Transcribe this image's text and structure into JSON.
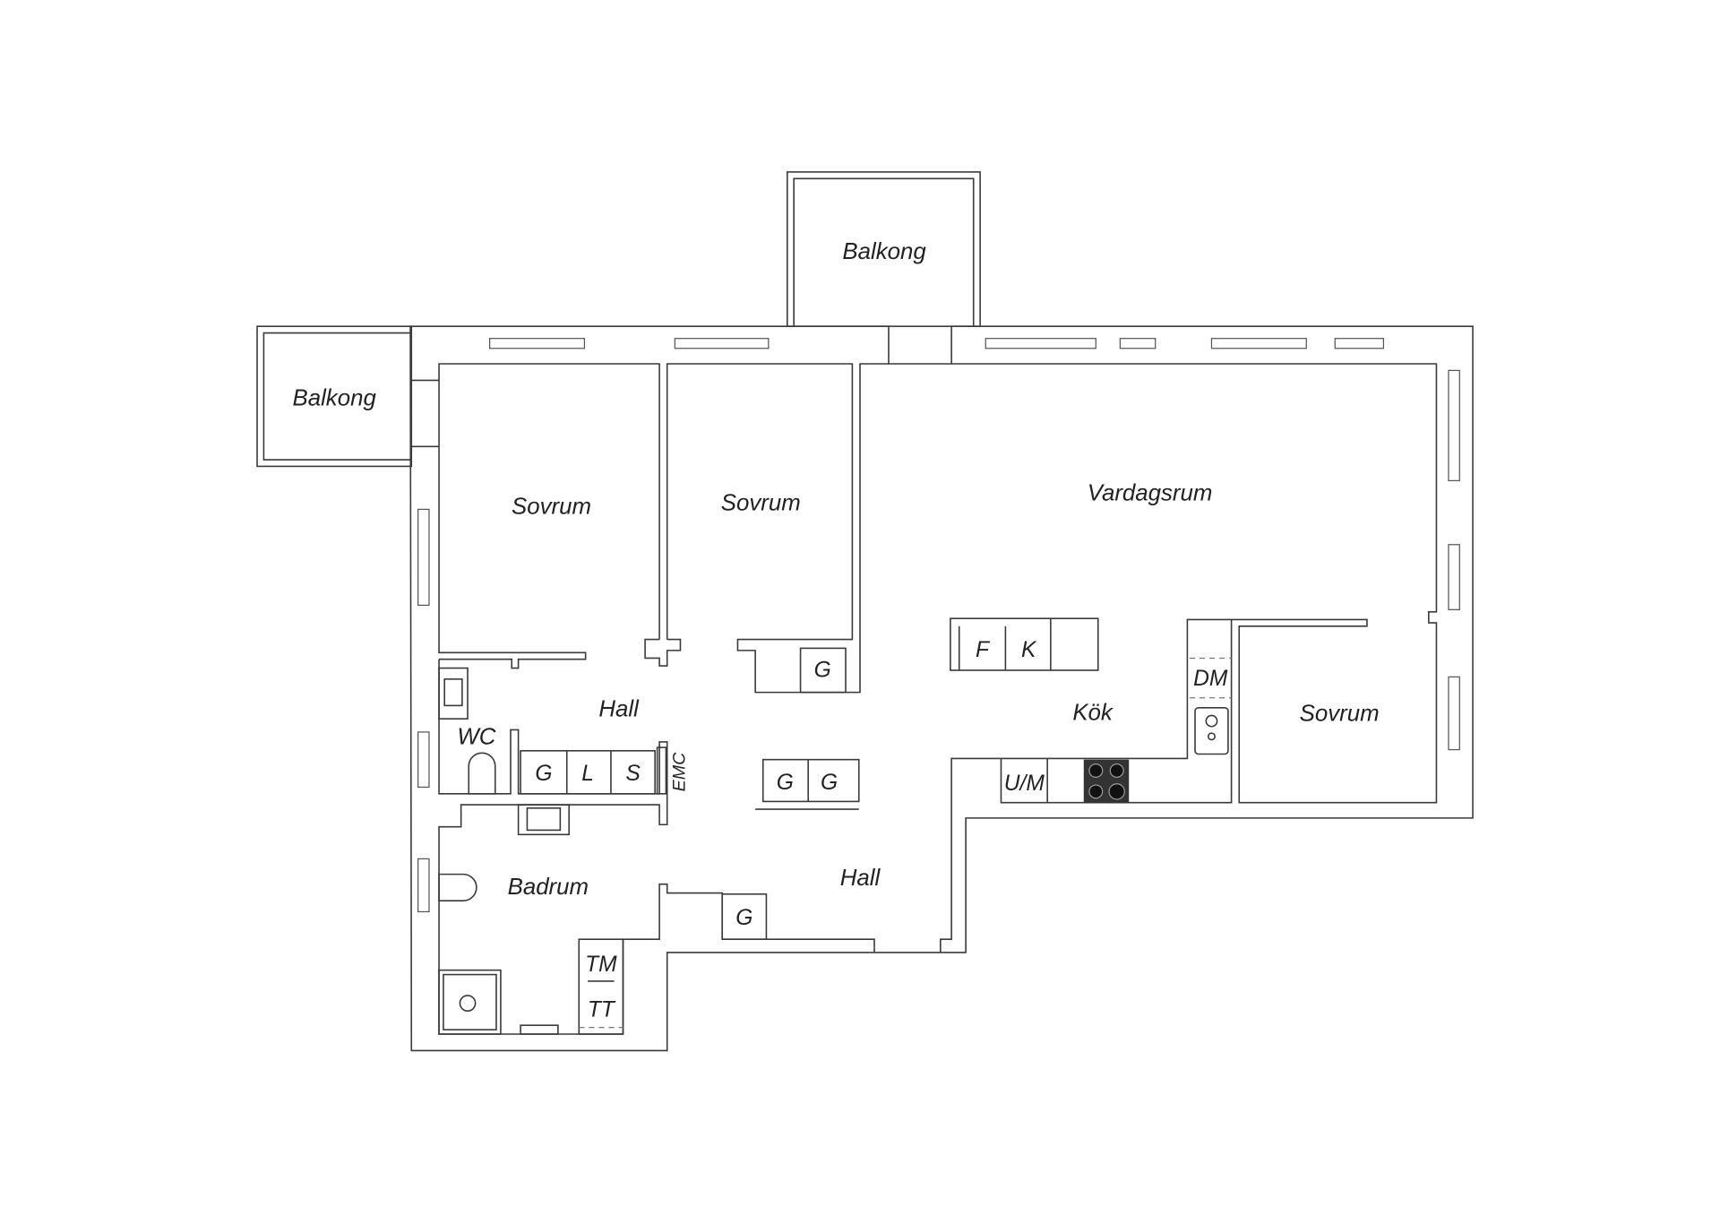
{
  "rooms": {
    "balcony_top": "Balkong",
    "balcony_left": "Balkong",
    "bedroom_1": "Sovrum",
    "bedroom_2": "Sovrum",
    "bedroom_3": "Sovrum",
    "living_room": "Vardagsrum",
    "kitchen": "Kök",
    "hall_upper": "Hall",
    "hall_lower": "Hall",
    "wc": "WC",
    "bathroom": "Badrum"
  },
  "fixtures": {
    "wardrobe_bedroom2": "G",
    "fridge": "F",
    "freezer": "K",
    "dishwasher": "DM",
    "oven_micro": "U/M",
    "hall_closet_g": "G",
    "hall_closet_l": "L",
    "hall_closet_s": "S",
    "electrical_cabinet": "EMC",
    "hall_wardrobe_1": "G",
    "hall_wardrobe_2": "G",
    "lower_hall_wardrobe": "G",
    "dryer": "TM",
    "drying_cabinet": "TT"
  },
  "colors": {
    "wall": "#3a3a3a",
    "background": "#ffffff",
    "stove": "#333333"
  }
}
